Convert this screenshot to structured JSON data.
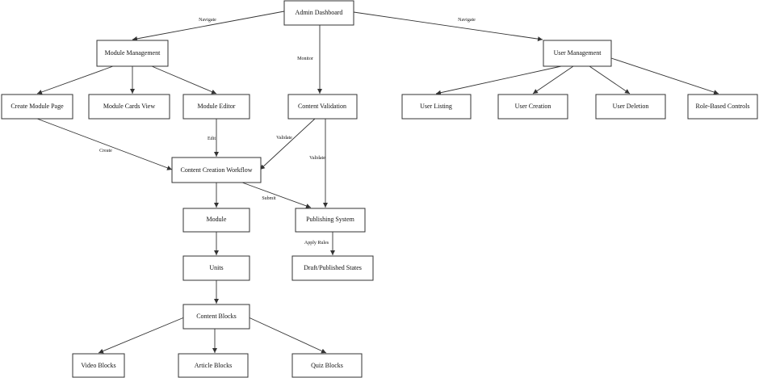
{
  "nodes": {
    "admin": "Admin Dashboard",
    "module_mgmt": "Module Management",
    "monitor_target": "Content Validation",
    "user_mgmt": "User Management",
    "create_page": "Create Module Page",
    "cards_view": "Module Cards View",
    "editor": "Module Editor",
    "user_listing": "User Listing",
    "user_creation": "User Creation",
    "user_deletion": "User Deletion",
    "role_controls": "Role-Based Controls",
    "workflow": "Content Creation Workflow",
    "module": "Module",
    "publishing": "Publishing System",
    "units": "Units",
    "states": "Draft/Published States",
    "content_blocks": "Content Blocks",
    "video": "Video Blocks",
    "article": "Article Blocks",
    "quiz": "Quiz Blocks"
  },
  "edge_labels": {
    "navigate_left": "Navigate",
    "navigate_right": "Navigate",
    "monitor": "Monitor",
    "create": "Create",
    "edit": "Edit",
    "validate_left": "Validate",
    "validate_right": "Validate",
    "submit": "Submit",
    "apply_rules": "Apply Rules"
  }
}
